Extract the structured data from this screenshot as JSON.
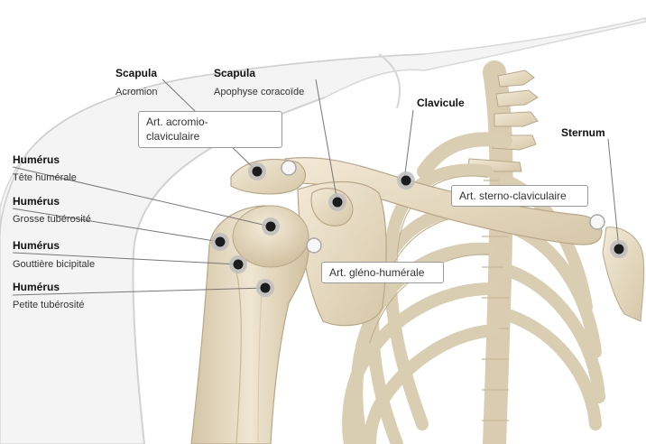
{
  "colors": {
    "bone": "#e8dcc3",
    "bone_shadow": "#cfc0a2",
    "bone_outline": "#b9a888",
    "body_silhouette": "#e3e3e3",
    "leader": "#777777",
    "marker_core": "#1c1c1c",
    "marker_ring": "#bdbdbd"
  },
  "labels": {
    "scapula_acromion": {
      "title": "Scapula",
      "subtitle": "Acromion"
    },
    "scapula_coracoid": {
      "title": "Scapula",
      "subtitle": "Apophyse coracoïde"
    },
    "clavicule": {
      "title": "Clavicule"
    },
    "sternum": {
      "title": "Sternum"
    },
    "humerus_tete": {
      "title": "Humérus",
      "subtitle": "Tête humérale"
    },
    "humerus_grosse": {
      "title": "Humérus",
      "subtitle": "Grosse tubérosité"
    },
    "humerus_gouttiere": {
      "title": "Humérus",
      "subtitle": "Gouttière bicipitale"
    },
    "humerus_petite": {
      "title": "Humérus",
      "subtitle": "Petite tubérosité"
    }
  },
  "joints": {
    "acromio_claviculaire": {
      "line1": "Art. acromio-",
      "line2": "claviculaire"
    },
    "sterno_claviculaire": {
      "label": "Art. sterno-claviculaire"
    },
    "gleno_humerale": {
      "label": "Art. gléno-humérale"
    }
  },
  "markers": [
    "acromion-marker",
    "coracoid-marker",
    "clavicule-marker",
    "sternum-marker",
    "humeral-head-marker",
    "greater-tuberosity-marker",
    "bicipital-groove-marker",
    "lesser-tuberosity-marker"
  ]
}
